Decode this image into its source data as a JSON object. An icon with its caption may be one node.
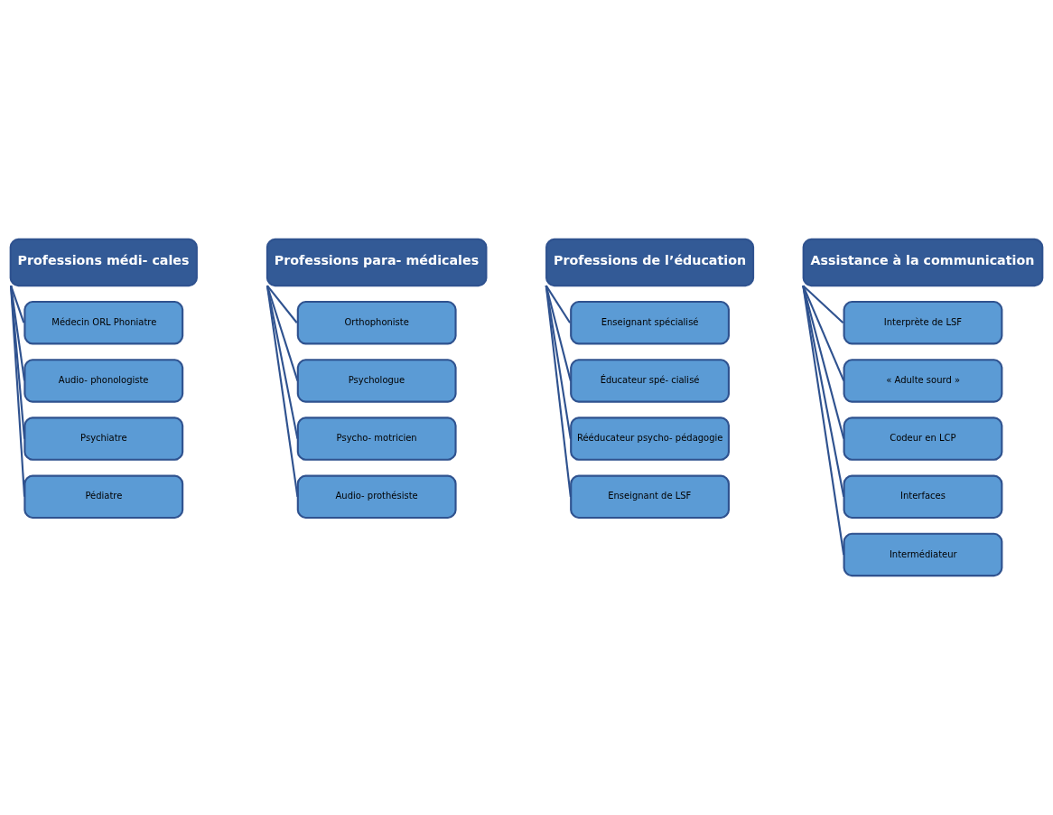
{
  "diagram": {
    "nodes": [
      {
        "text": [
          "Professions médi- cales"
        ]
      },
      {
        "text": [
          "Médecin ORL Phoniatre"
        ]
      },
      {
        "text": [
          "Audio- phonologiste"
        ]
      },
      {
        "text": [
          "Psychiatre"
        ]
      },
      {
        "text": [
          "Pédiatre"
        ]
      },
      {
        "text": [
          "Professions para- médicales"
        ]
      },
      {
        "text": [
          "Orthophoniste"
        ]
      },
      {
        "text": [
          "Psychologue"
        ]
      },
      {
        "text": [
          "Psycho- motricien"
        ]
      },
      {
        "text": [
          "Audio- prothésiste"
        ]
      },
      {
        "text": [
          "Professions de l’éducation"
        ]
      },
      {
        "text": [
          "Enseignant spécialisé"
        ]
      },
      {
        "text": [
          "Éducateur spé- cialisé"
        ]
      },
      {
        "text": [
          "Rééducateur psycho- pédagogie"
        ]
      },
      {
        "text": [
          "Enseignant de LSF"
        ]
      },
      {
        "text": [
          "Assistance à la communication"
        ]
      },
      {
        "text": [
          "Interprète de LSF"
        ]
      },
      {
        "text": [
          "« Adulte sourd »"
        ]
      },
      {
        "text": [
          "Codeur en LCP"
        ]
      },
      {
        "text": [
          "Interfaces"
        ]
      },
      {
        "text": [
          "Intermédiateur"
        ]
      }
    ],
    "edges": [
      {
        "from": 0,
        "to": 1,
        "arrow": "none"
      },
      {
        "from": 0,
        "to": 2,
        "arrow": "none"
      },
      {
        "from": 0,
        "to": 3,
        "arrow": "none"
      },
      {
        "from": 0,
        "to": 4,
        "arrow": "none"
      },
      {
        "from": 5,
        "to": 6,
        "arrow": "none"
      },
      {
        "from": 5,
        "to": 7,
        "arrow": "none"
      },
      {
        "from": 5,
        "to": 8,
        "arrow": "none"
      },
      {
        "from": 5,
        "to": 9,
        "arrow": "none"
      },
      {
        "from": 10,
        "to": 11,
        "arrow": "none"
      },
      {
        "from": 10,
        "to": 12,
        "arrow": "none"
      },
      {
        "from": 10,
        "to": 13,
        "arrow": "none"
      },
      {
        "from": 10,
        "to": 14,
        "arrow": "none"
      },
      {
        "from": 15,
        "to": 16,
        "arrow": "none"
      },
      {
        "from": 15,
        "to": 17,
        "arrow": "none"
      },
      {
        "from": 15,
        "to": 18,
        "arrow": "none"
      },
      {
        "from": 15,
        "to": 19,
        "arrow": "none"
      },
      {
        "from": 15,
        "to": 20,
        "arrow": "none"
      }
    ]
  }
}
